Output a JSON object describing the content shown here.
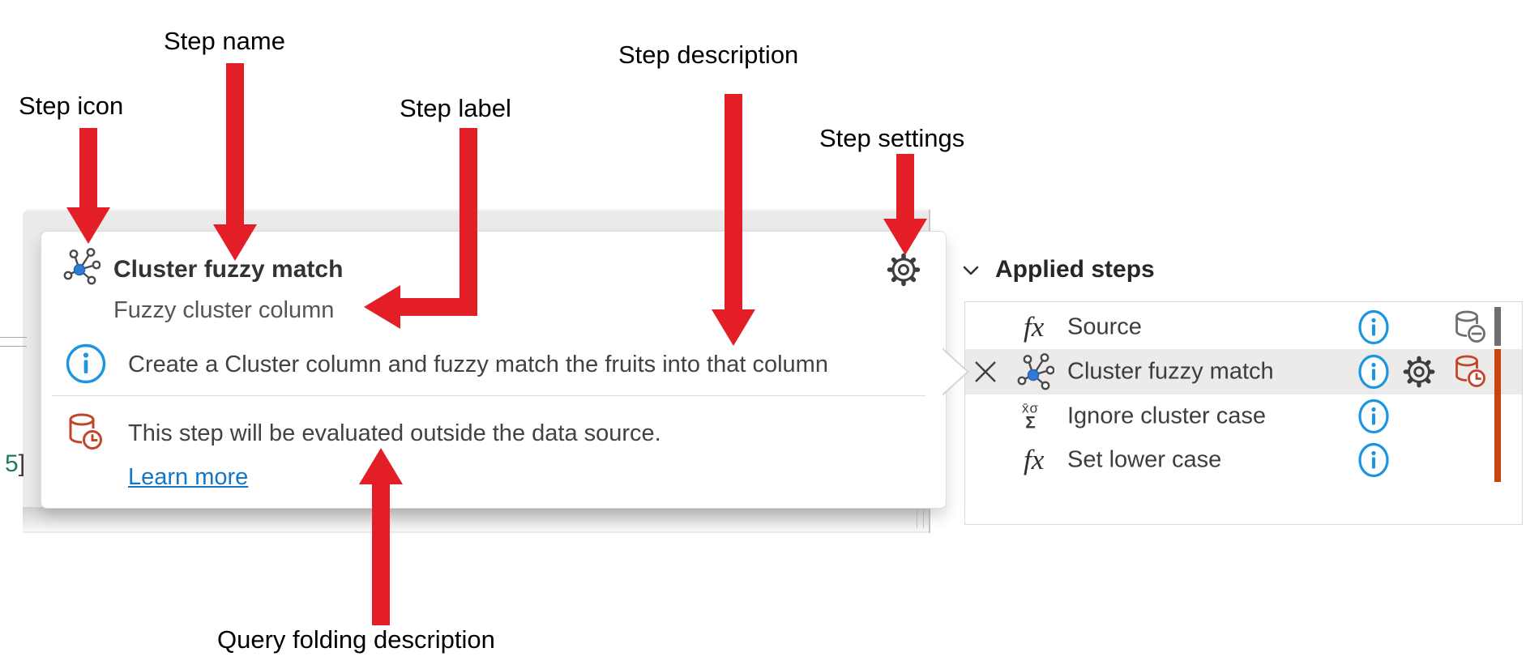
{
  "annotations": {
    "step_icon": "Step icon",
    "step_name": "Step name",
    "step_label": "Step label",
    "step_description": "Step description",
    "step_settings": "Step settings",
    "query_folding": "Query folding description"
  },
  "card": {
    "step_icon": "cluster-fuzzy-match-icon",
    "title": "Cluster fuzzy match",
    "label": "Fuzzy cluster column",
    "info_icon": "info-icon",
    "description": "Create a Cluster column and fuzzy match the fruits into that column",
    "settings_icon": "gear-icon",
    "folding_icon": "database-clock-icon",
    "folding_text": "This step will be evaluated outside the data source.",
    "learn_more": "Learn more"
  },
  "applied_steps": {
    "heading": "Applied steps",
    "collapse_icon": "chevron-down-icon",
    "rows": [
      {
        "label": "Source",
        "icon": "fx-icon",
        "fx": "fx",
        "trailing_icons": [
          "info-icon",
          "database-minus-icon"
        ],
        "rail_color": "#6e6e6e",
        "selected": false
      },
      {
        "label": "Cluster fuzzy match",
        "icon": "cluster-icon",
        "leading_icon": "delete-x-icon",
        "trailing_icons": [
          "info-icon",
          "gear-icon",
          "database-clock-icon"
        ],
        "rail_color": "#c8440e",
        "selected": true
      },
      {
        "label": "Ignore cluster case",
        "icon": "statistics-icon",
        "stats_top": "x̄σ",
        "stats_bottom": "Σ",
        "trailing_icons": [
          "info-icon"
        ],
        "rail_color": "#c8440e",
        "selected": false
      },
      {
        "label": "Set lower case",
        "icon": "fx-icon",
        "fx": "fx",
        "trailing_icons": [
          "info-icon"
        ],
        "rail_color": "#c8440e",
        "selected": false
      }
    ]
  },
  "editor": {
    "line_number": "5",
    "line_bracket": "]"
  },
  "colors": {
    "arrow_red": "#e31e26",
    "info_blue": "#1b95e0",
    "link_blue": "#1576c5",
    "folding_red": "#c2452a",
    "rail_orange": "#c8440e",
    "rail_gray": "#6e6e6e",
    "selected_row_bg": "#edebe9",
    "backdrop_gray": "#eaeaea"
  }
}
